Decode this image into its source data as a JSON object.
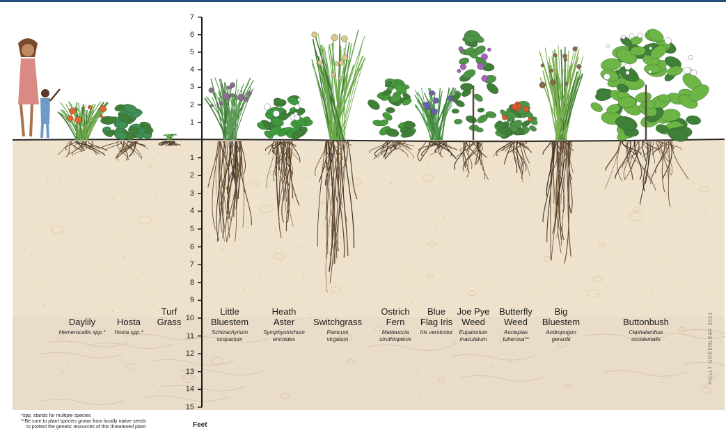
{
  "scale": {
    "unit_label": "Feet",
    "above_ground": [
      "1",
      "2",
      "3",
      "4",
      "5",
      "6",
      "7"
    ],
    "below_ground": [
      "1",
      "2",
      "3",
      "4",
      "5",
      "6",
      "7",
      "8",
      "9",
      "10",
      "11",
      "12",
      "13",
      "14",
      "15"
    ]
  },
  "plants": [
    {
      "key": "daylily",
      "common": "Daylily",
      "scientific": "Hemerocallis spp.*",
      "height_ft": 2.2,
      "root_depth_ft": 1.0,
      "flower_color": "#e06a2a",
      "foliage_color": "#6fa84a"
    },
    {
      "key": "hosta",
      "common": "Hosta",
      "scientific": "Hosta spp.*",
      "height_ft": 2.0,
      "root_depth_ft": 1.2,
      "flower_color": "",
      "foliage_color": "#3f8f56"
    },
    {
      "key": "turf-grass",
      "common": "Turf\nGrass",
      "scientific": "",
      "height_ft": 0.3,
      "root_depth_ft": 0.3,
      "flower_color": "",
      "foliage_color": "#66a64a"
    },
    {
      "key": "little-bluestem",
      "common": "Little\nBluestem",
      "scientific": "Schizachyrium\nscoparium",
      "height_ft": 3.6,
      "root_depth_ft": 5.8,
      "flower_color": "#8a6f8f",
      "foliage_color": "#5c9a56"
    },
    {
      "key": "heath-aster",
      "common": "Heath\nAster",
      "scientific": "Symphyotrichum\nericoides",
      "height_ft": 2.5,
      "root_depth_ft": 6.4,
      "flower_color": "#ffffff",
      "foliage_color": "#3f9a3f"
    },
    {
      "key": "switchgrass",
      "common": "Switchgrass",
      "scientific": "Panicum\nvirgatum",
      "height_ft": 6.3,
      "root_depth_ft": 8.8,
      "flower_color": "#d9c88a",
      "foliage_color": "#6aa84a"
    },
    {
      "key": "ostrich-fern",
      "common": "Ostrich\nFern",
      "scientific": "Matteuccia\nstruthiopteris",
      "height_ft": 3.5,
      "root_depth_ft": 1.3,
      "flower_color": "",
      "foliage_color": "#4a9a40"
    },
    {
      "key": "blue-flag-iris",
      "common": "Blue\nFlag Iris",
      "scientific": "Iris versicolor",
      "height_ft": 3.0,
      "root_depth_ft": 1.2,
      "flower_color": "#6b5db8",
      "foliage_color": "#4f9a4c"
    },
    {
      "key": "joe-pye-weed",
      "common": "Joe Pye\nWeed",
      "scientific": "Eupatorium\nmaculatum",
      "height_ft": 6.2,
      "root_depth_ft": 2.4,
      "flower_color": "#a263b8",
      "foliage_color": "#4f9446"
    },
    {
      "key": "butterfly-weed",
      "common": "Butterfly\nWeed",
      "scientific": "Asclepias\ntuberosa**",
      "height_ft": 2.2,
      "root_depth_ft": 2.8,
      "flower_color": "#e0592b",
      "foliage_color": "#4f9446"
    },
    {
      "key": "big-bluestem",
      "common": "Big\nBluestem",
      "scientific": "Andropogon\ngerardii",
      "height_ft": 5.4,
      "root_depth_ft": 7.2,
      "flower_color": "#8a6a4a",
      "foliage_color": "#7ab04e"
    },
    {
      "key": "buttonbush",
      "common": "Buttonbush",
      "scientific": "Cephalanthus\noccidentalis",
      "height_ft": 6.3,
      "root_depth_ft": 3.8,
      "flower_color": "#ffffff",
      "foliage_color": "#6db646"
    }
  ],
  "footnotes": [
    "*spp. stands for multiple species",
    "**Be sure to plant species grown from locally native seeds",
    "to protect the genetic resources of this threatened plant"
  ],
  "signature": "HOLLY GREENLEAF 2021",
  "colors": {
    "soil": "#efe2cd",
    "soil_deep": "#e9dcc8",
    "ground_line": "#2a2a2a",
    "root": "#6b5236",
    "root_dark": "#3c3128",
    "axis": "#1a1a1a",
    "header_bar": "#1f4f7a"
  }
}
